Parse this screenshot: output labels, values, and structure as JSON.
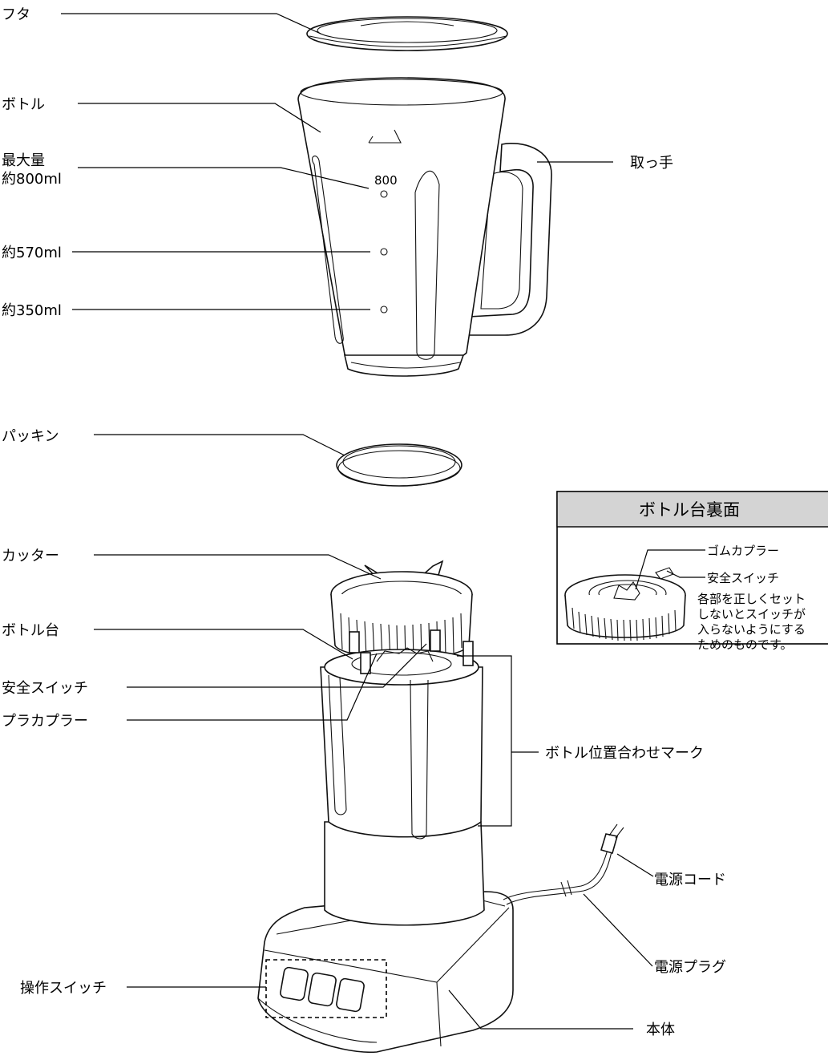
{
  "labels": {
    "lid": "フタ",
    "bottle": "ボトル",
    "max_volume_line1": "最大量",
    "max_volume_line2": "約800ml",
    "vol_570": "約570ml",
    "vol_350": "約350ml",
    "handle": "取っ手",
    "gasket": "パッキン",
    "cutter": "カッター",
    "bottle_base": "ボトル台",
    "safety_switch": "安全スイッチ",
    "plastic_coupler": "プラカプラー",
    "alignment_mark": "ボトル位置合わせマーク",
    "power_cord": "電源コード",
    "power_plug": "電源プラグ",
    "operation_switch": "操作スイッチ",
    "main_body": "本体"
  },
  "bottle_marks": {
    "mark_800": "800"
  },
  "inset": {
    "title": "ボトル台裏面",
    "rubber_coupler": "ゴムカプラー",
    "safety_switch": "安全スイッチ",
    "note_line1": "各部を正しくセット",
    "note_line2": "しないとスイッチが",
    "note_line3": "入らないようにする",
    "note_line4": "ためのものです。"
  }
}
